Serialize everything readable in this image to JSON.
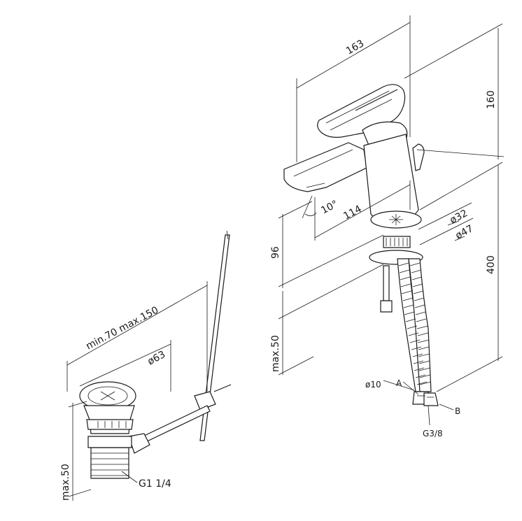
{
  "diagram": {
    "faucet_dimensions": {
      "overall_width": "163",
      "height_upper": "160",
      "spout_reach": "114",
      "spout_angle": "10°",
      "body_height": "96",
      "mount_diameter_inner": "ø32",
      "mount_diameter_outer": "ø47",
      "hose_length": "400",
      "max_thickness": "max.50"
    },
    "connection_labels": {
      "label_a": "A",
      "label_b": "B",
      "hose_diameter": "ø10",
      "thread": "G3/8"
    },
    "waste_dimensions": {
      "rod_range": "min.70 max.150",
      "drain_diameter": "ø63",
      "max_thickness": "max.50",
      "thread": "G1 1/4"
    }
  }
}
